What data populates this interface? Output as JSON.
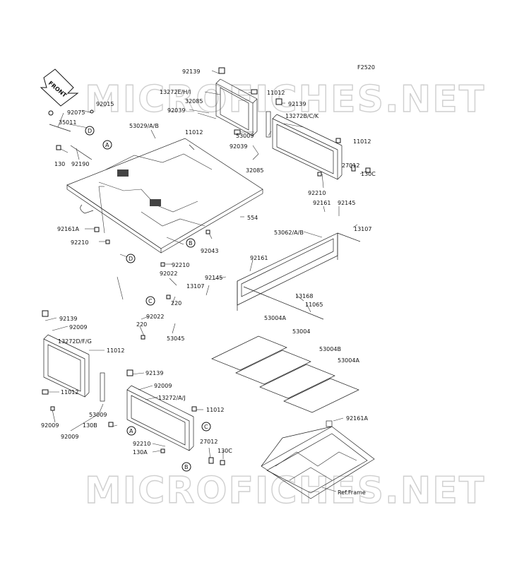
{
  "figure_code": "F2520",
  "watermark": "MICROFICHES.NET",
  "front_arrow": "FRONT",
  "labels": {
    "l92139_top": "92139",
    "l13272ehi": "13272E/H/I",
    "l11012_a": "11012",
    "l32085_a": "32085",
    "l92039_a": "92039",
    "l11012_b": "11012",
    "l92139_r": "92139",
    "l13272bck": "13272B/C/K",
    "l53009_a": "53009",
    "l11012_c": "11012",
    "l92039_b": "92039",
    "l32085_b": "32085",
    "l27012_a": "27012",
    "l130c_a": "130C",
    "l92075": "92075",
    "l92015": "92015",
    "l35011": "35011",
    "l53029": "53029/A/B",
    "l130": "130",
    "l92190": "92190",
    "l92210_a": "92210",
    "l92161_a": "92161",
    "l92145_a": "92145",
    "l13107_a": "13107",
    "l554": "554",
    "l92161a_l": "92161A",
    "l92210_b": "92210",
    "l53062": "53062/A/B",
    "l92043": "92043",
    "l92210_c": "92210",
    "l92161_b": "92161",
    "l92022_a": "92022",
    "l92145_b": "92145",
    "l13107_b": "13107",
    "l220_a": "220",
    "l13168": "13168",
    "l11065": "11065",
    "l92022_b": "92022",
    "l220_b": "220",
    "l53045": "53045",
    "l53004a_a": "53004A",
    "l53004": "53004",
    "l53004b": "53004B",
    "l53004a_b": "53004A",
    "l92139_l": "92139",
    "l92009_a": "92009",
    "l13272dfg": "13272D/F/G",
    "l11012_d": "11012",
    "l11012_e": "11012",
    "l92139_b": "92139",
    "l92009_b": "92009",
    "l13272aj": "13272/A/J",
    "l11012_f": "11012",
    "l53009_b": "53009",
    "l130b": "130B",
    "l92009_c": "92009",
    "l92009_d": "92009",
    "l92210_d": "92210",
    "l130a": "130A",
    "l27012_b": "27012",
    "l130c_b": "130C",
    "l92161a_r": "92161A",
    "l_ref": "Ref.Frame"
  },
  "callouts": {
    "d_top": "D",
    "a_top": "A",
    "b_mid": "B",
    "d_mid": "D",
    "c_mid": "C",
    "c_low": "C",
    "a_low": "A",
    "b_low": "B"
  }
}
